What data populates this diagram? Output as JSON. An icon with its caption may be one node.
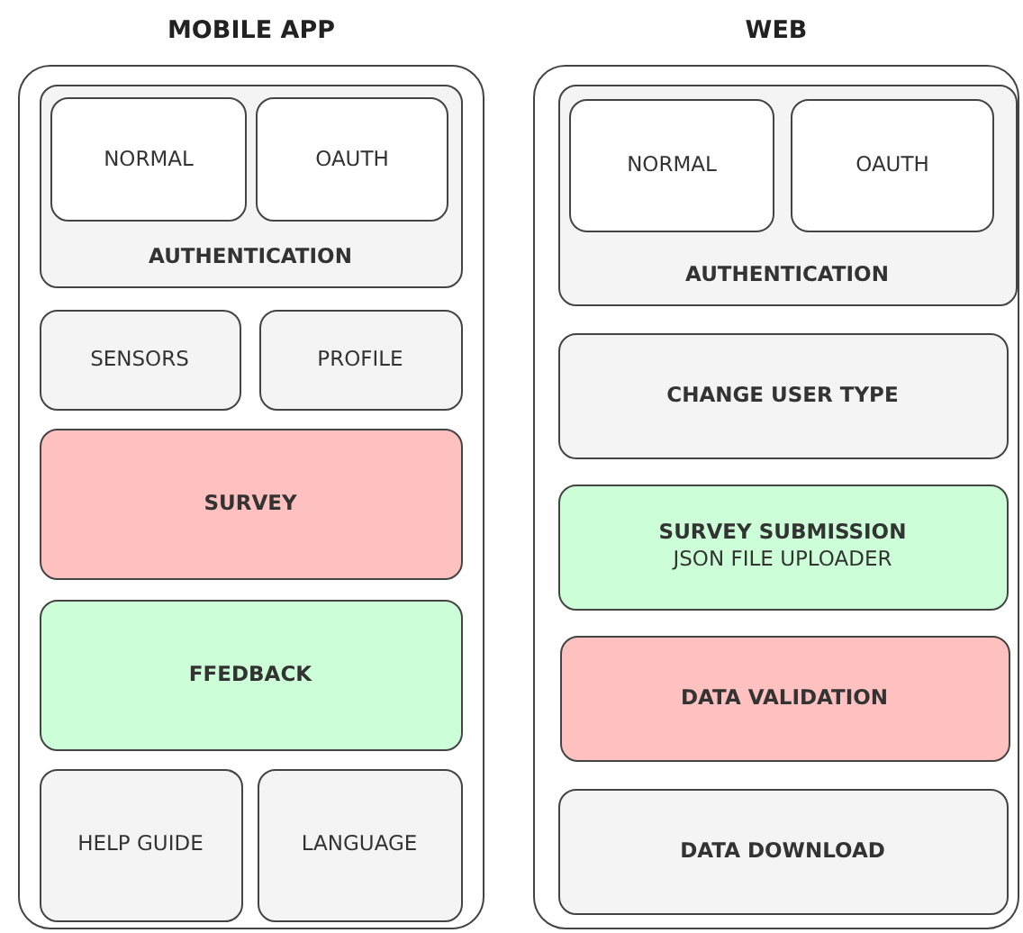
{
  "diagram": {
    "nodes": [
      {
        "text": [
          "MOBILE APP"
        ]
      },
      {
        "text": [
          "AUTHENTICATION"
        ],
        "in": 0
      },
      {
        "text": [
          "NORMAL"
        ],
        "in": 1
      },
      {
        "text": [
          "OAUTH"
        ],
        "in": 1
      },
      {
        "text": [
          "SENSORS"
        ],
        "in": 0
      },
      {
        "text": [
          "PROFILE"
        ],
        "in": 0
      },
      {
        "text": [
          "SURVEY"
        ],
        "in": 0
      },
      {
        "text": [
          "FFEDBACK"
        ],
        "in": 0
      },
      {
        "text": [
          "HELP GUIDE"
        ],
        "in": 0
      },
      {
        "text": [
          "LANGUAGE"
        ],
        "in": 0
      },
      {
        "text": [
          "WEB"
        ]
      },
      {
        "text": [
          "AUTHENTICATION"
        ],
        "in": 10
      },
      {
        "text": [
          "NORMAL"
        ],
        "in": 11
      },
      {
        "text": [
          "OAUTH"
        ],
        "in": 11
      },
      {
        "text": [
          "CHANGE USER TYPE"
        ],
        "in": 10
      },
      {
        "text": [
          "SURVEY SUBMISSION",
          "JSON FILE UPLOADER"
        ],
        "in": 10
      },
      {
        "text": [
          "DATA VALIDATION"
        ],
        "in": 10
      },
      {
        "text": [
          "DATA DOWNLOAD"
        ],
        "in": 10
      }
    ]
  }
}
